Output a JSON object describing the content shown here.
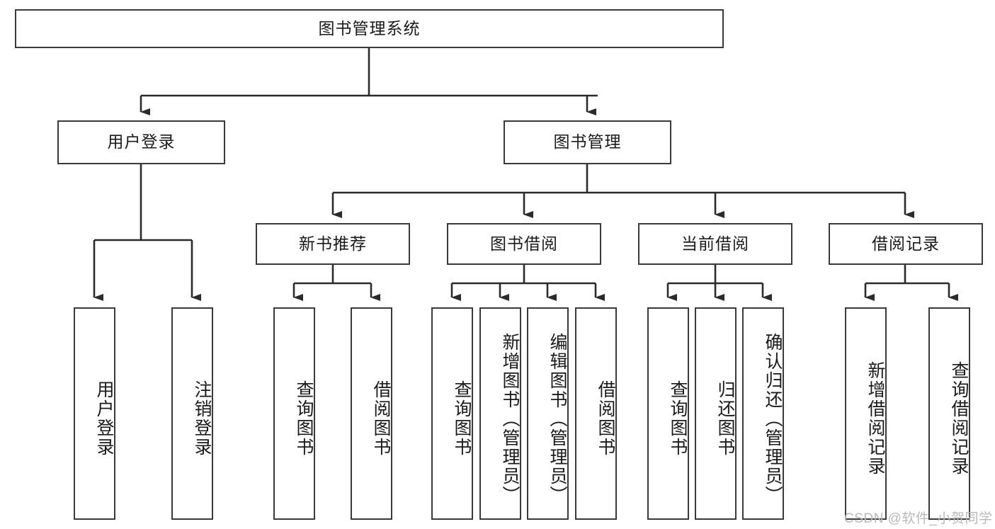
{
  "diagram": {
    "type": "tree-hierarchy",
    "title": "图书管理系统",
    "root": {
      "id": "root",
      "label": "图书管理系统",
      "level": 0
    },
    "level1": [
      {
        "id": "user-login",
        "label": "用户登录"
      },
      {
        "id": "book-manage",
        "label": "图书管理"
      }
    ],
    "level2": [
      {
        "id": "new-book-recommend",
        "label": "新书推荐",
        "parent": "book-manage"
      },
      {
        "id": "book-borrow",
        "label": "图书借阅",
        "parent": "book-manage"
      },
      {
        "id": "current-borrow",
        "label": "当前借阅",
        "parent": "book-manage"
      },
      {
        "id": "borrow-record",
        "label": "借阅记录",
        "parent": "book-manage"
      }
    ],
    "leaves": [
      {
        "id": "leaf-user-login",
        "label": "用户登录",
        "parent": "user-login"
      },
      {
        "id": "leaf-logout",
        "label": "注销登录",
        "parent": "user-login"
      },
      {
        "id": "leaf-query-book-1",
        "label": "查询图书",
        "parent": "new-book-recommend"
      },
      {
        "id": "leaf-borrow-book-1",
        "label": "借阅图书",
        "parent": "new-book-recommend"
      },
      {
        "id": "leaf-query-book-2",
        "label": "查询图书",
        "parent": "book-borrow"
      },
      {
        "id": "leaf-add-book",
        "label": "新增图书（管理员）",
        "parent": "book-borrow"
      },
      {
        "id": "leaf-edit-book",
        "label": "编辑图书（管理员）",
        "parent": "book-borrow"
      },
      {
        "id": "leaf-borrow-book-2",
        "label": "借阅图书",
        "parent": "book-borrow"
      },
      {
        "id": "leaf-query-book-3",
        "label": "查询图书",
        "parent": "current-borrow"
      },
      {
        "id": "leaf-return-book",
        "label": "归还图书",
        "parent": "current-borrow"
      },
      {
        "id": "leaf-confirm-return",
        "label": "确认归还（管理员）",
        "parent": "current-borrow"
      },
      {
        "id": "leaf-add-record",
        "label": "新增借阅记录",
        "parent": "borrow-record"
      },
      {
        "id": "leaf-query-record",
        "label": "查询借阅记录",
        "parent": "borrow-record"
      }
    ],
    "colors": {
      "stroke": "#3a3a3a",
      "background": "#ffffff",
      "text": "#1a1a1a",
      "watermark": "#b9b9b9"
    }
  },
  "watermark": {
    "text": "CSDN @软件_小贺同学"
  }
}
